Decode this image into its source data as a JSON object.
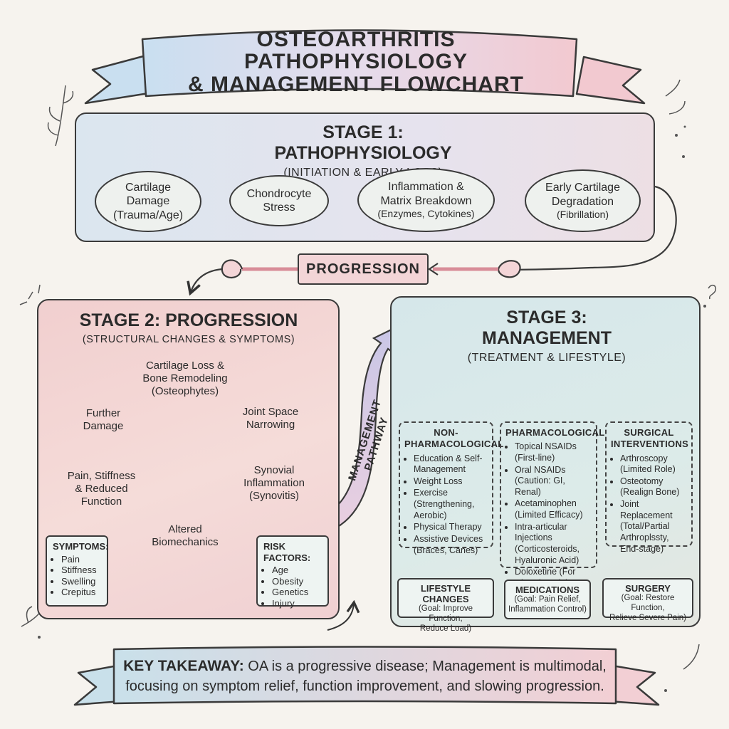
{
  "title": {
    "line1": "OSTEOARTHRITIS PATHOPHYSIOLOGY",
    "line2": "& MANAGEMENT FLOWCHART"
  },
  "stage1": {
    "title": "STAGE 1: PATHOPHYSIOLOGY",
    "subtitle": "(INITIATION & EARLY LOSS)",
    "nodes": [
      {
        "line1": "Cartilage",
        "line2": "Damage",
        "line3": "(Trauma/Age)"
      },
      {
        "line1": "Chondrocyte",
        "line2": "Stress"
      },
      {
        "line1": "Inflammation &",
        "line2": "Matrix Breakdown",
        "line3": "(Enzymes, Cytokines)"
      },
      {
        "line1": "Early Cartilage",
        "line2": "Degradation",
        "line3": "(Fibrillation)"
      }
    ]
  },
  "progression_label": "PROGRESSION",
  "pathway_label": "MANAGEMENT PATHWAY",
  "stage2": {
    "title": "STAGE 2: PROGRESSION",
    "subtitle": "(STRUCTURAL CHANGES & SYMPTOMS)",
    "cycle": {
      "top": {
        "line1": "Cartilage Loss &",
        "line2": "Bone Remodeling",
        "line3": "(Osteophytes)"
      },
      "right1": {
        "line1": "Joint Space",
        "line2": "Narrowing"
      },
      "right2": {
        "line1": "Synovial",
        "line2": "Inflammation",
        "line3": "(Synovitis)"
      },
      "bottom": {
        "line1": "Altered",
        "line2": "Biomechanics"
      },
      "left2": {
        "line1": "Pain, Stiffness",
        "line2": "& Reduced",
        "line3": "Function"
      },
      "left1": {
        "line1": "Further",
        "line2": "Damage"
      }
    },
    "symptoms": {
      "heading": "SYMPTOMS:",
      "items": [
        "Pain",
        "Stiffness",
        "Swelling",
        "Crepitus"
      ]
    },
    "risk_factors": {
      "heading": "RISK FACTORS:",
      "items": [
        "Age",
        "Obesity",
        "Genetics",
        "Injury"
      ]
    }
  },
  "stage3": {
    "title": "STAGE 3: MANAGEMENT",
    "subtitle": "(TREATMENT & LIFESTYLE)",
    "nonpharm": {
      "heading1": "NON-",
      "heading2": "PHARMACOLOGICAL",
      "items": [
        "Education & Self-Management",
        "Weight Loss",
        "Exercise (Strengthening, Aerobic)",
        "Physical Therapy",
        "Assistive Devices (Braces, Canes)"
      ]
    },
    "pharm": {
      "heading": "PHARMACOLOGICAL",
      "items": [
        "Topical NSAIDs (First-line)",
        "Oral NSAIDs (Caution: GI, Renal)",
        "Acetaminophen (Limited Efficacy)",
        "Intra-articular Injections (Corticosteroids, Hyaluronic Acid)",
        "Doloxetine (For Chronic Pain)"
      ]
    },
    "surgical": {
      "heading1": "SURGICAL",
      "heading2": "INTERVENTIONS",
      "items": [
        "Arthroscopy (Limited Role)",
        "Osteotomy (Realign Bone)",
        "Joint Replacement (Total/Partial Arthroplssty, End-stage)"
      ]
    },
    "outcomes": [
      {
        "heading": "LIFESTYLE CHANGES",
        "goal1": "(Goal: Improve Function,",
        "goal2": "Reduce Load)"
      },
      {
        "heading": "MEDICATIONS",
        "goal1": "(Goal: Pain Relief,",
        "goal2": "Inflammation Control)"
      },
      {
        "heading": "SURGERY",
        "goal1": "(Goal: Restore Function,",
        "goal2": "Relieve Severe Pain)"
      }
    ]
  },
  "takeaway": {
    "label": "KEY TAKEAWAY:",
    "line1": "OA is a progressive disease; Management is multimodal,",
    "line2": "focusing on symptom relief, function improvement, and slowing progression."
  },
  "colors": {
    "blue": "#dbe6ef",
    "pink": "#f1cfcf",
    "teal": "#d6e7ea",
    "ink": "#3a3a3a"
  },
  "icons": [
    "clock-icon",
    "knee-joint-icon",
    "pill-bottle-icon",
    "scalpel-icon",
    "walking-person-icon",
    "scale-icon",
    "pill-pack-icon",
    "syringe-icon",
    "bone-saw-icon"
  ]
}
